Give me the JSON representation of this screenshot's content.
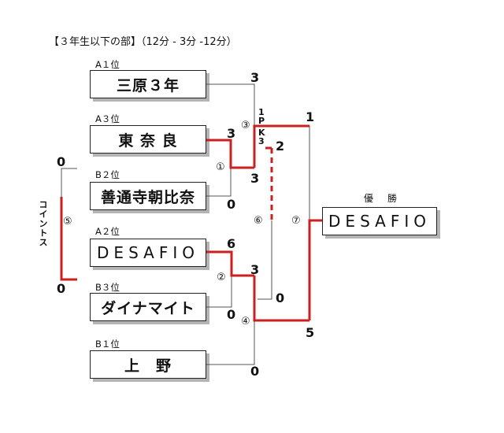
{
  "header": "【３年生以下の部】（12分 - 3分 -12分）",
  "teams": [
    {
      "seed": "A１位",
      "name": "三原３年"
    },
    {
      "seed": "A３位",
      "name": "東 奈 良"
    },
    {
      "seed": "B２位",
      "name": "善通寺朝比奈"
    },
    {
      "seed": "A２位",
      "name": "DESAFIO"
    },
    {
      "seed": "B３位",
      "name": "ダイナマイト"
    },
    {
      "seed": "B１位",
      "name": "上　野"
    }
  ],
  "matches": [
    "①",
    "②",
    "③",
    "④",
    "⑤",
    "⑥",
    "⑦"
  ],
  "scores": {
    "m1_top": "3",
    "m1_bottom": "0",
    "m2_top": "6",
    "m2_bottom": "0",
    "m3_top": "3",
    "m3_bottom": "3",
    "m4_top": "3",
    "m4_bottom": "0",
    "m5_top": "0",
    "m5_bottom": "0",
    "m6_top": "2",
    "m6_bottom": "0",
    "m7_top": "1",
    "m7_bottom": "5"
  },
  "pk_label": [
    "1",
    "P",
    "K",
    "3"
  ],
  "coin_toss": "コイントス",
  "winner_label": "優勝",
  "champion": "DESAFIO",
  "colors": {
    "winner_line": "#cc1f1f",
    "line": "#555555"
  }
}
